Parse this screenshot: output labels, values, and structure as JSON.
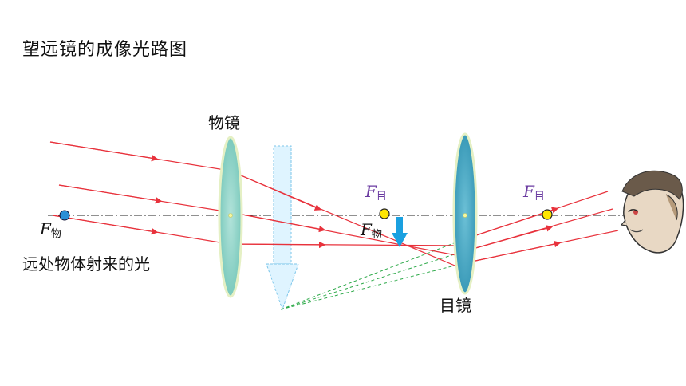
{
  "title": "望远镜的成像光路图",
  "labels": {
    "objective": "物镜",
    "eyepiece": "目镜",
    "distant_light": "远处物体射来的光"
  },
  "focal_labels": {
    "objective_left": {
      "f": "F",
      "sub": "物"
    },
    "objective_right": {
      "f": "F",
      "sub": "物"
    },
    "eyepiece_left": {
      "f": "F",
      "sub": "目"
    },
    "eyepiece_right": {
      "f": "F",
      "sub": "目"
    }
  },
  "colors": {
    "ray": "#e8323c",
    "axis": "#222222",
    "objective_lens": "#8ed3c9",
    "eyepiece_lens": "#4aaac4",
    "lens_rim": "#e5f0c4",
    "real_image_arrow": "#1aa0e0",
    "virtual_image_arrow": "#cfefff",
    "virtual_ray": "#2eaa4a",
    "focal_point_yellow": "#ffe600",
    "focal_point_blue": "#2b8fd6",
    "focal_label": "#6a3aa0"
  },
  "icons": {
    "observer": "observer-face-icon"
  }
}
